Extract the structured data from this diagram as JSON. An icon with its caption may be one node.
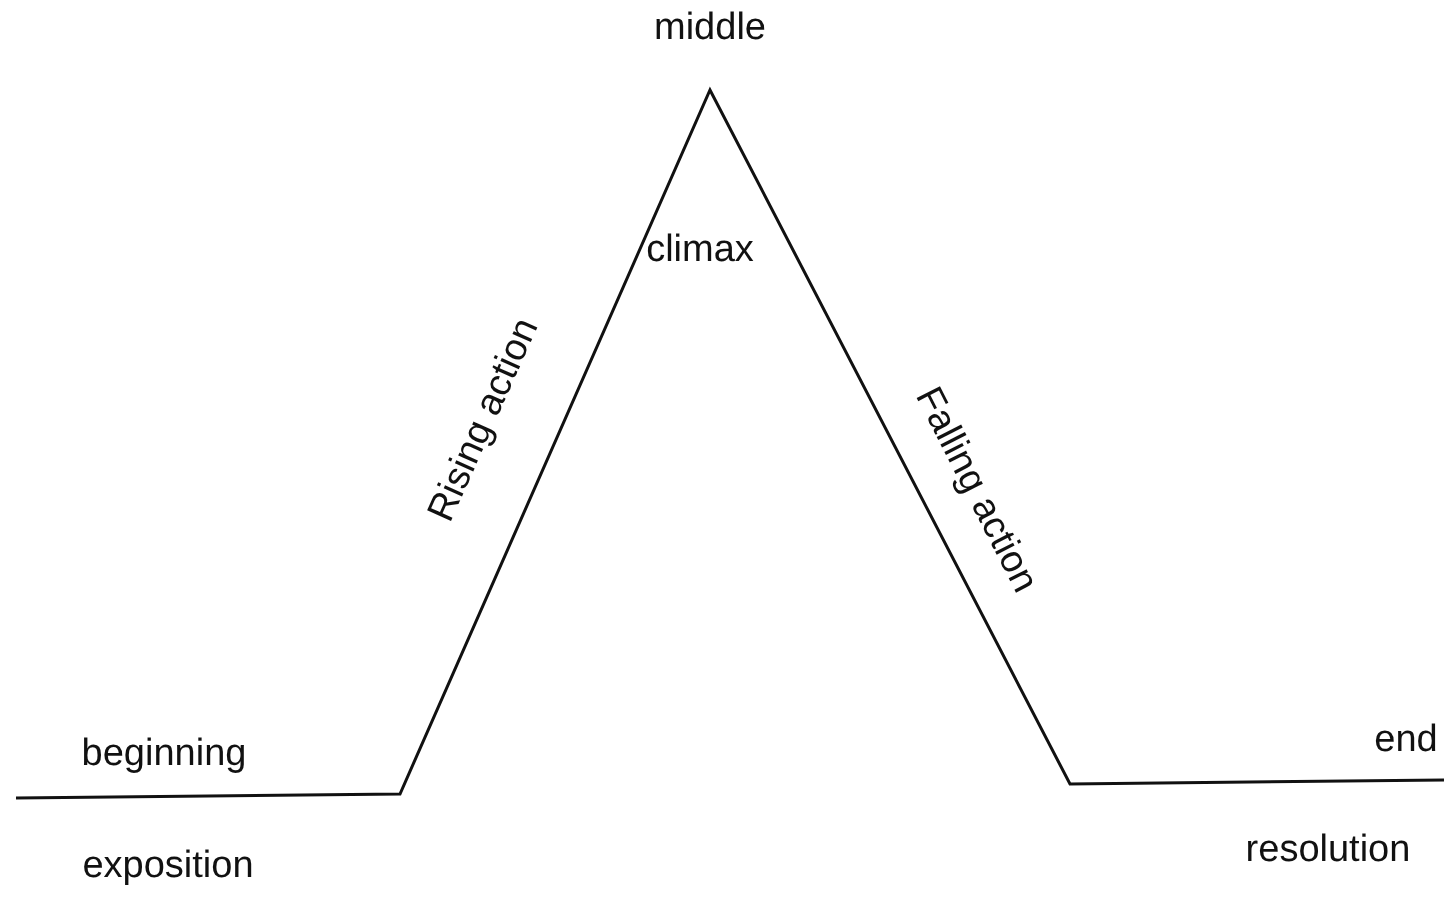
{
  "diagram": {
    "labels": [
      "middle",
      "climax",
      "Rising action",
      "Falling action",
      "beginning",
      "end",
      "exposition",
      "resolution"
    ]
  }
}
